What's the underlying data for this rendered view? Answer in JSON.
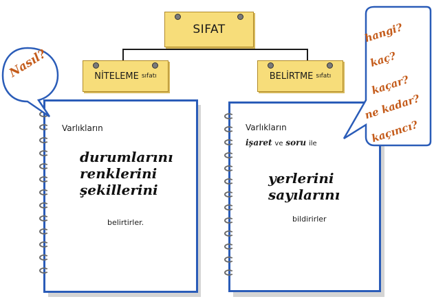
{
  "root": {
    "label": "SIFAT"
  },
  "branches": {
    "left": {
      "title": "NİTELEME",
      "suffix": "sıfatı"
    },
    "right": {
      "title": "BELİRTME",
      "suffix": "sıfatı"
    }
  },
  "left_card": {
    "intro": "Varlıkların",
    "items": [
      "durumlarını",
      "renklerini",
      "şekillerini"
    ],
    "ending": "belirtirler."
  },
  "right_card": {
    "intro": "Varlıkların",
    "line2_a": "işaret",
    "line2_b": "ve",
    "line2_c": "soru",
    "line2_d": "ile",
    "items": [
      "yerlerini",
      "sayılarını"
    ],
    "ending": "bildirirler"
  },
  "left_bubble": {
    "text": "Nasıl?"
  },
  "right_bubble": {
    "questions": [
      "hangi?",
      "kaç?",
      "kaçar?",
      "ne kadar?",
      "kaçıncı?"
    ]
  },
  "colors": {
    "card_border": "#2a5cb8",
    "tag_fill": "#f7dd7a",
    "bubble_text": "#c45b1a"
  }
}
